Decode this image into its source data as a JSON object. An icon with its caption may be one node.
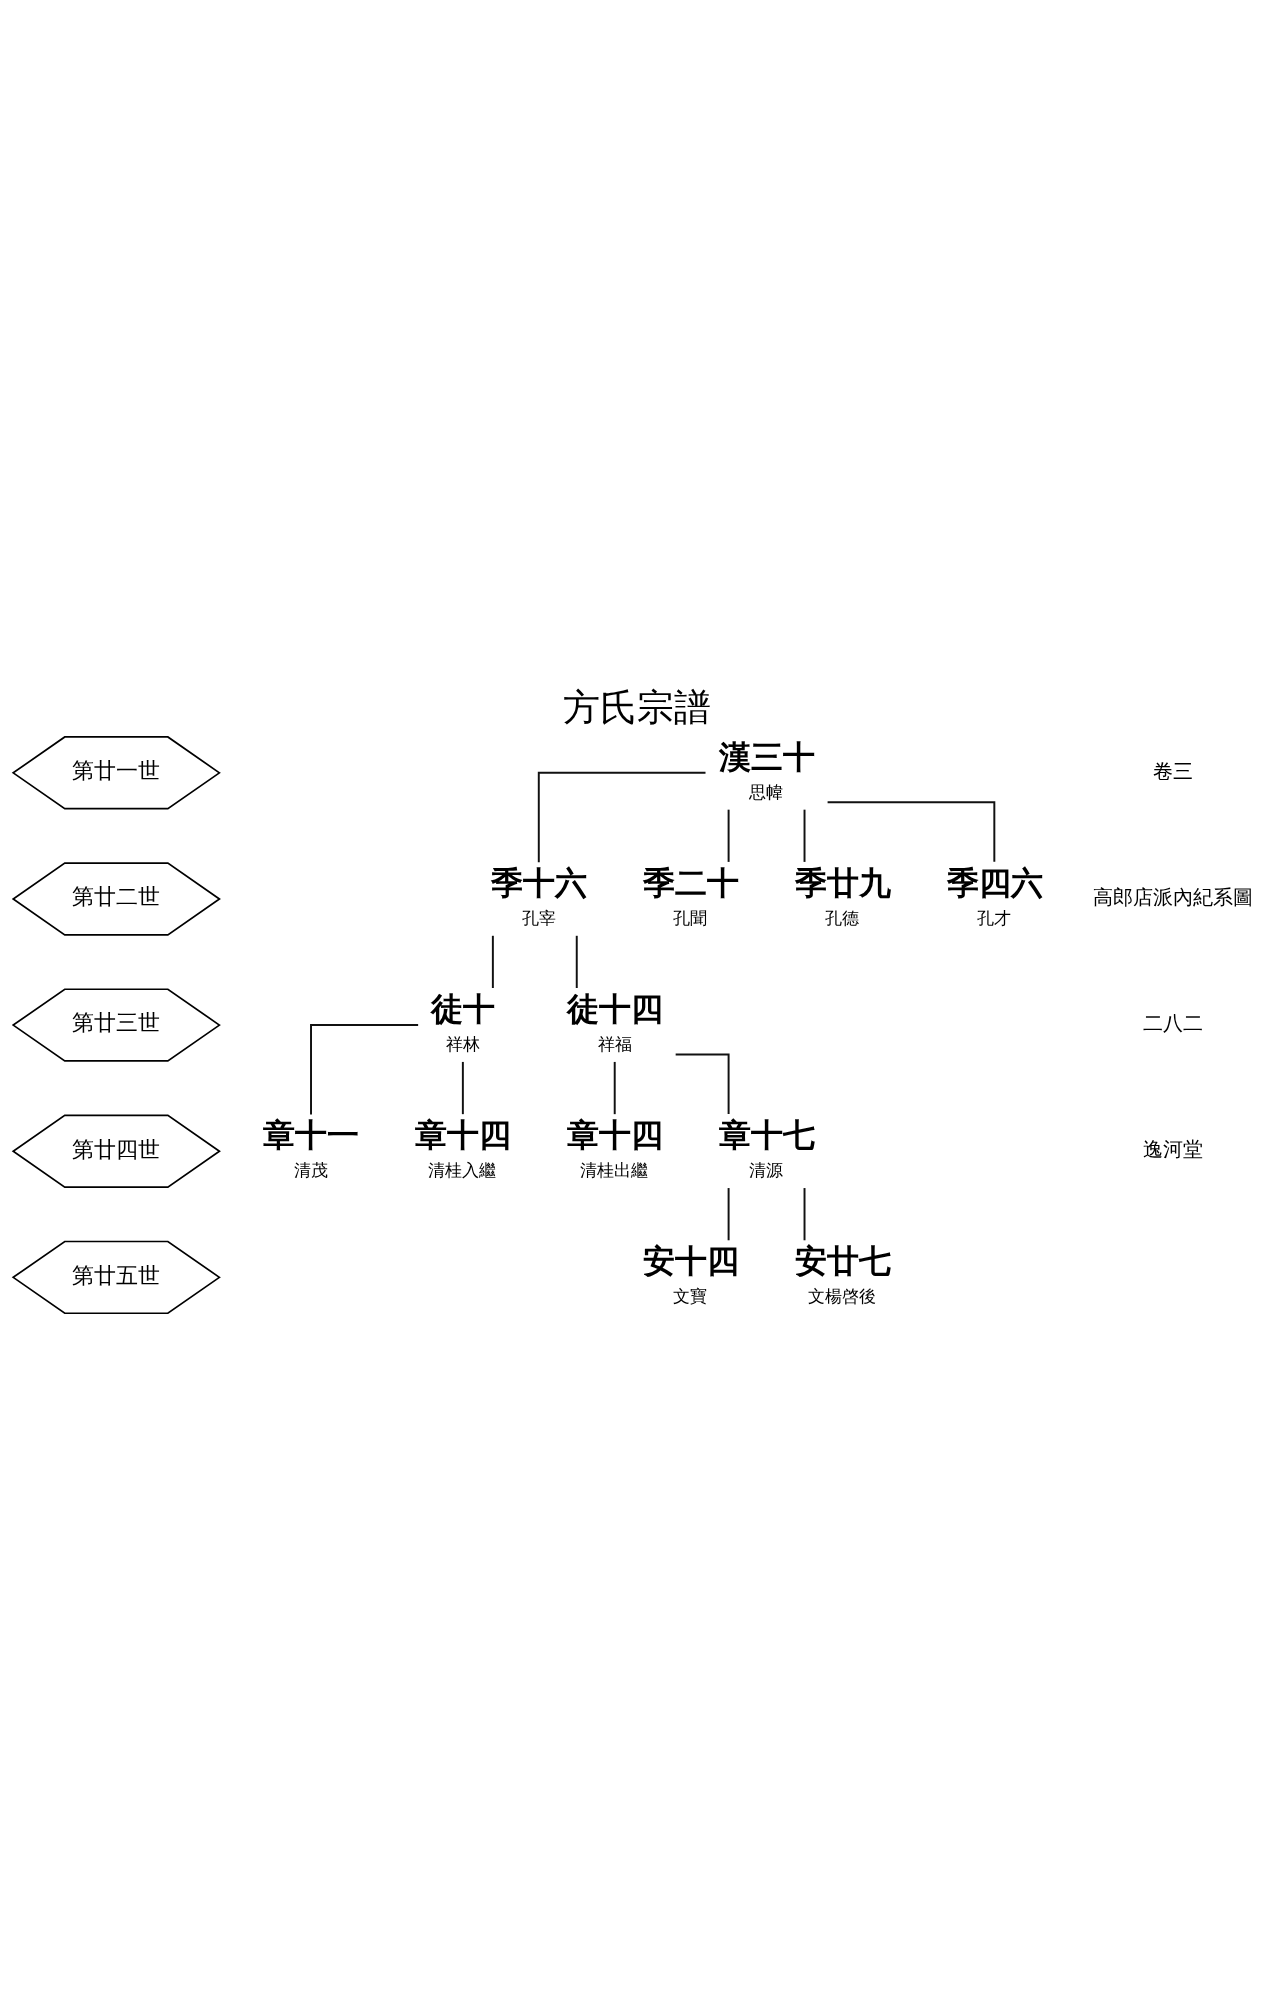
{
  "diagram": {
    "title": "方氏宗譜",
    "nodes": [
      {
        "text": [
          "第廿一世"
        ]
      },
      {
        "text": [
          "第廿二世"
        ]
      },
      {
        "text": [
          "第廿三世"
        ]
      },
      {
        "text": [
          "第廿四世"
        ]
      },
      {
        "text": [
          "第廿五世"
        ]
      },
      {
        "text": [
          "漢三十"
        ],
        "beside": [
          "思幃"
        ]
      },
      {
        "text": [
          "季十六"
        ],
        "beside": [
          "孔宰"
        ]
      },
      {
        "text": [
          "季二十"
        ],
        "beside": [
          "孔聞"
        ]
      },
      {
        "text": [
          "季廿九"
        ],
        "beside": [
          "孔德"
        ]
      },
      {
        "text": [
          "季四六"
        ],
        "beside": [
          "孔才"
        ]
      },
      {
        "text": [
          "徒十"
        ],
        "beside": [
          "祥林"
        ]
      },
      {
        "text": [
          "徒十四"
        ],
        "beside": [
          "祥福"
        ]
      },
      {
        "text": [
          "章十一"
        ],
        "beside": [
          "清茂"
        ]
      },
      {
        "text": [
          "章十四"
        ],
        "beside": [
          "清桂入繼"
        ]
      },
      {
        "text": [
          "章十四"
        ],
        "beside": [
          "清桂出繼"
        ]
      },
      {
        "text": [
          "章十七"
        ],
        "beside": [
          "清源"
        ]
      },
      {
        "text": [
          "安十四"
        ],
        "beside": [
          "文寶"
        ]
      },
      {
        "text": [
          "安廿七"
        ],
        "beside": [
          "文楊啓後"
        ]
      }
    ],
    "edges": [
      {
        "from": 5,
        "to": 6,
        "arrow": "none"
      },
      {
        "from": 5,
        "to": 7,
        "arrow": "none"
      },
      {
        "from": 5,
        "to": 8,
        "arrow": "none"
      },
      {
        "from": 5,
        "to": 9,
        "arrow": "none"
      },
      {
        "from": 6,
        "to": 10,
        "arrow": "none"
      },
      {
        "from": 6,
        "to": 11,
        "arrow": "none"
      },
      {
        "from": 10,
        "to": 12,
        "arrow": "none"
      },
      {
        "from": 10,
        "to": 13,
        "arrow": "none"
      },
      {
        "from": 11,
        "to": 14,
        "arrow": "none"
      },
      {
        "from": 11,
        "to": 15,
        "arrow": "none"
      },
      {
        "from": 15,
        "to": 16,
        "arrow": "none"
      },
      {
        "from": 15,
        "to": 17,
        "arrow": "none"
      }
    ],
    "labels": [
      "卷三",
      "高郎店派內紀系圖",
      "二八二",
      "逸河堂"
    ]
  }
}
